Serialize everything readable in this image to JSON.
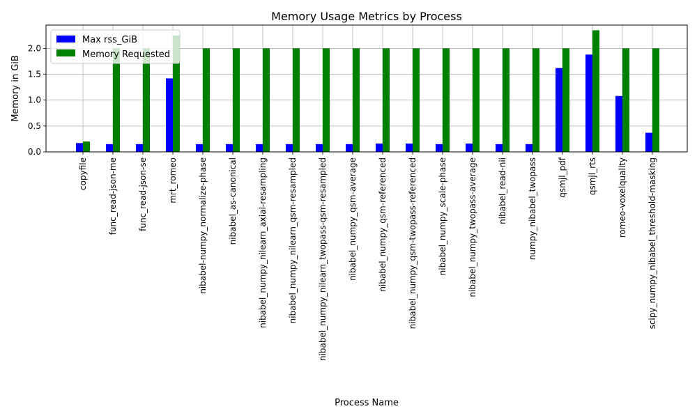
{
  "chart_data": {
    "type": "bar",
    "title": "Memory Usage Metrics by Process",
    "xlabel": "Process Name",
    "ylabel": "Memory in GiB",
    "ylim": [
      0,
      2.45
    ],
    "yticks": [
      "0.0",
      "0.5",
      "1.0",
      "1.5",
      "2.0"
    ],
    "grid": true,
    "legend_position": "top-left",
    "categories": [
      "copyfile",
      "func_read-json-me",
      "func_read-json-se",
      "mrt_romeo",
      "nibabel-numpy_normalize-phase",
      "nibabel_as-canonical",
      "nibabel_numpy_nilearn_axial-resampling",
      "nibabel_numpy_nilearn_qsm-resampled",
      "nibabel_numpy_nilearn_twopass-qsm-resampled",
      "nibabel_numpy_qsm-average",
      "nibabel_numpy_qsm-referenced",
      "nibabel_numpy_qsm-twopass-referenced",
      "nibabel_numpy_scale-phase",
      "nibabel_numpy_twopass-average",
      "nibabel_read-nii",
      "numpy_nibabel_twopass",
      "qsmjl_pdf",
      "qsmjl_rts",
      "romeo-voxelquality",
      "scipy_numpy_nibabel_threshold-masking"
    ],
    "series": [
      {
        "name": "Max rss_GiB",
        "color": "#0000ff",
        "values": [
          0.17,
          0.15,
          0.15,
          1.42,
          0.15,
          0.15,
          0.15,
          0.15,
          0.15,
          0.15,
          0.16,
          0.16,
          0.15,
          0.16,
          0.15,
          0.15,
          1.62,
          1.88,
          1.08,
          0.37
        ]
      },
      {
        "name": "Memory Requested",
        "color": "#008000",
        "values": [
          0.2,
          2.0,
          2.0,
          2.25,
          2.0,
          2.0,
          2.0,
          2.0,
          2.0,
          2.0,
          2.0,
          2.0,
          2.0,
          2.0,
          2.0,
          2.0,
          2.0,
          2.35,
          2.0,
          2.0
        ]
      }
    ]
  }
}
